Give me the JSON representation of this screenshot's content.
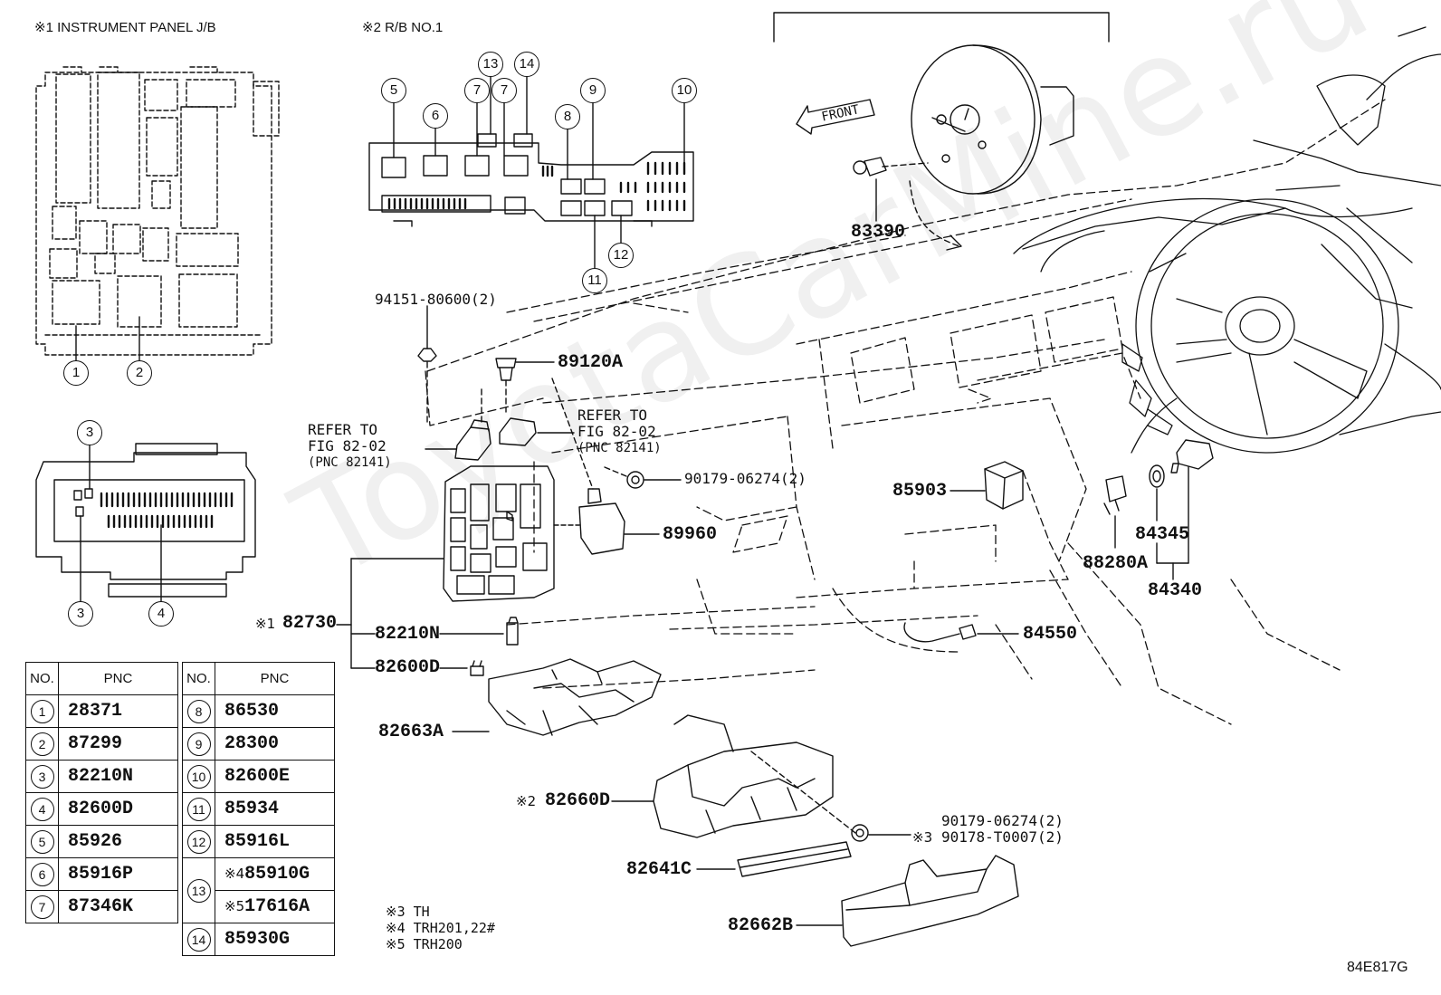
{
  "panel_titles": {
    "jb": "※1 INSTRUMENT PANEL J/B",
    "rb": "※2  R/B NO.1"
  },
  "callouts": {
    "jb_top": [
      "1",
      "2"
    ],
    "jb_bottom": [
      "3",
      "3",
      "4"
    ],
    "rb": [
      "5",
      "6",
      "7",
      "7",
      "13",
      "14",
      "8",
      "9",
      "10",
      "11",
      "12"
    ]
  },
  "parts": {
    "p83390": "83390",
    "p94151": "94151-80600(2)",
    "p89120A": "89120A",
    "p90179a": "90179-06274(2)",
    "p89960": "89960",
    "p85903": "85903",
    "p84345": "84345",
    "p88280A": "88280A",
    "p84340": "84340",
    "p84550": "84550",
    "p82730": "82730",
    "p82730_mark": "※1",
    "p82210N": "82210N",
    "p82600D": "82600D",
    "p82663A": "82663A",
    "p82660D": "82660D",
    "p82660D_mark": "※2",
    "p90179b": "90179-06274(2)",
    "p90178": "90178-T0007(2)",
    "p90178_mark": "※3",
    "p82641C": "82641C",
    "p82662B": "82662B"
  },
  "refer_left": {
    "line1": "REFER TO",
    "line2": "FIG 82-02",
    "line3": "(PNC 82141)"
  },
  "refer_right": {
    "line1": "REFER TO",
    "line2": "FIG 82-02",
    "line3": "(PNC 82141)"
  },
  "front_label": "FRONT",
  "notes": [
    "※3 TH",
    "※4 TRH201,22#",
    "※5 TRH200"
  ],
  "diagram_id": "84E817G",
  "watermark": "ToyotaCarMine.ru",
  "table": {
    "headers": {
      "no": "NO.",
      "pnc": "PNC"
    },
    "rows_left": [
      {
        "no": "1",
        "pnc": "28371"
      },
      {
        "no": "2",
        "pnc": "87299"
      },
      {
        "no": "3",
        "pnc": "82210N"
      },
      {
        "no": "4",
        "pnc": "82600D"
      },
      {
        "no": "5",
        "pnc": "85926"
      },
      {
        "no": "6",
        "pnc": "85916P"
      },
      {
        "no": "7",
        "pnc": "87346K"
      }
    ],
    "rows_right": [
      {
        "no": "8",
        "pnc": "86530"
      },
      {
        "no": "9",
        "pnc": "28300"
      },
      {
        "no": "10",
        "pnc": "82600E"
      },
      {
        "no": "11",
        "pnc": "85934"
      },
      {
        "no": "12",
        "pnc": "85916L"
      },
      {
        "no": "13",
        "mark": "※4",
        "pnc": "85910G"
      },
      {
        "mark": "※5",
        "pnc": "17616A"
      },
      {
        "no": "14",
        "pnc": "85930G"
      }
    ]
  }
}
